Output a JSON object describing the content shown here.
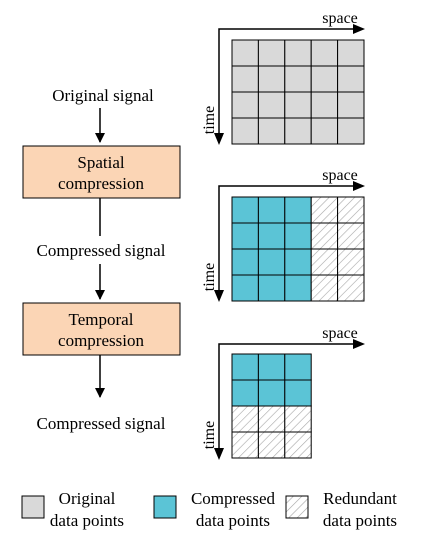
{
  "flow": {
    "original_signal": "Original signal",
    "spatial_box": [
      "Spatial",
      "compression"
    ],
    "compressed_signal_1": "Compressed signal",
    "temporal_box": [
      "Temporal",
      "compression"
    ],
    "compressed_signal_2": "Compressed signal"
  },
  "axes": {
    "space": "space",
    "time": "time"
  },
  "grids": [
    {
      "rows": 4,
      "cols": 5,
      "cells": [
        [
          "o",
          "o",
          "o",
          "o",
          "o"
        ],
        [
          "o",
          "o",
          "o",
          "o",
          "o"
        ],
        [
          "o",
          "o",
          "o",
          "o",
          "o"
        ],
        [
          "o",
          "o",
          "o",
          "o",
          "o"
        ]
      ]
    },
    {
      "rows": 4,
      "cols": 5,
      "cells": [
        [
          "c",
          "c",
          "c",
          "r",
          "r"
        ],
        [
          "c",
          "c",
          "c",
          "r",
          "r"
        ],
        [
          "c",
          "c",
          "c",
          "r",
          "r"
        ],
        [
          "c",
          "c",
          "c",
          "r",
          "r"
        ]
      ]
    },
    {
      "rows": 4,
      "cols": 3,
      "cells": [
        [
          "c",
          "c",
          "c"
        ],
        [
          "c",
          "c",
          "c"
        ],
        [
          "r",
          "r",
          "r"
        ],
        [
          "r",
          "r",
          "r"
        ]
      ]
    }
  ],
  "legend": {
    "original": [
      "Original",
      "data points"
    ],
    "compressed": [
      "Compressed",
      "data points"
    ],
    "redundant": [
      "Redundant",
      "data points"
    ]
  },
  "colors": {
    "original": "#d9d9d9",
    "compressed": "#5bc4d6",
    "redundant_bg": "#ffffff",
    "redundant_hatch": "#a6a6a6",
    "box_fill": "#fbd5b5",
    "stroke": "#000000"
  }
}
